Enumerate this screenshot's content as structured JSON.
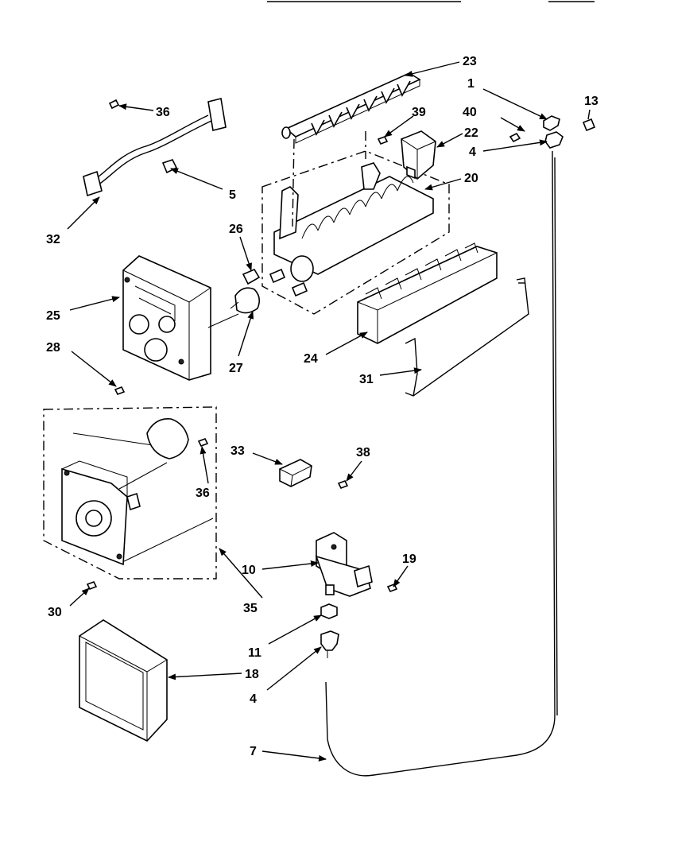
{
  "callouts": [
    {
      "id": "c1",
      "text": "1"
    },
    {
      "id": "c4a",
      "text": "4"
    },
    {
      "id": "c4b",
      "text": "4"
    },
    {
      "id": "c5",
      "text": "5"
    },
    {
      "id": "c7",
      "text": "7"
    },
    {
      "id": "c10",
      "text": "10"
    },
    {
      "id": "c11",
      "text": "11"
    },
    {
      "id": "c13",
      "text": "13"
    },
    {
      "id": "c18",
      "text": "18"
    },
    {
      "id": "c19",
      "text": "19"
    },
    {
      "id": "c20",
      "text": "20"
    },
    {
      "id": "c22",
      "text": "22"
    },
    {
      "id": "c23",
      "text": "23"
    },
    {
      "id": "c24",
      "text": "24"
    },
    {
      "id": "c25",
      "text": "25"
    },
    {
      "id": "c26",
      "text": "26"
    },
    {
      "id": "c27",
      "text": "27"
    },
    {
      "id": "c28",
      "text": "28"
    },
    {
      "id": "c30",
      "text": "30"
    },
    {
      "id": "c31",
      "text": "31"
    },
    {
      "id": "c32",
      "text": "32"
    },
    {
      "id": "c33",
      "text": "33"
    },
    {
      "id": "c35",
      "text": "35"
    },
    {
      "id": "c36a",
      "text": "36"
    },
    {
      "id": "c36b",
      "text": "36"
    },
    {
      "id": "c38",
      "text": "38"
    },
    {
      "id": "c39",
      "text": "39"
    },
    {
      "id": "c40",
      "text": "40"
    }
  ]
}
